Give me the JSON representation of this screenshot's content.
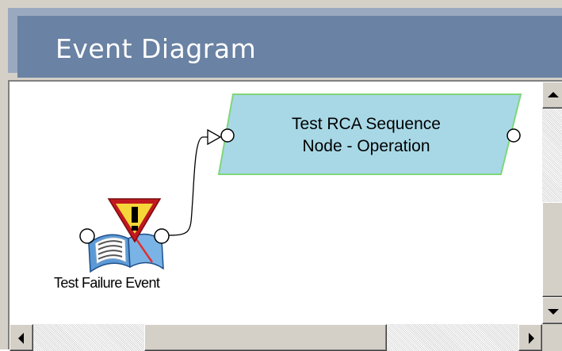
{
  "header": {
    "title": "Event Diagram"
  },
  "diagram": {
    "sequence_node": {
      "line1": "Test RCA Sequence",
      "line2": "Node - Operation",
      "fill_color": "#a8d8e6",
      "border_color": "#7fd67a"
    },
    "failure_event": {
      "label": "Test Failure Event",
      "icon": "warning-book-icon"
    },
    "connector": {
      "type": "arrow"
    }
  },
  "scrollbars": {
    "vertical": {
      "up_icon": "arrow-up-icon",
      "down_icon": "arrow-down-icon"
    },
    "horizontal": {
      "left_icon": "arrow-left-icon",
      "right_icon": "arrow-right-icon"
    }
  },
  "colors": {
    "header_bg": "#6a82a3",
    "header_text": "#ffffff"
  }
}
